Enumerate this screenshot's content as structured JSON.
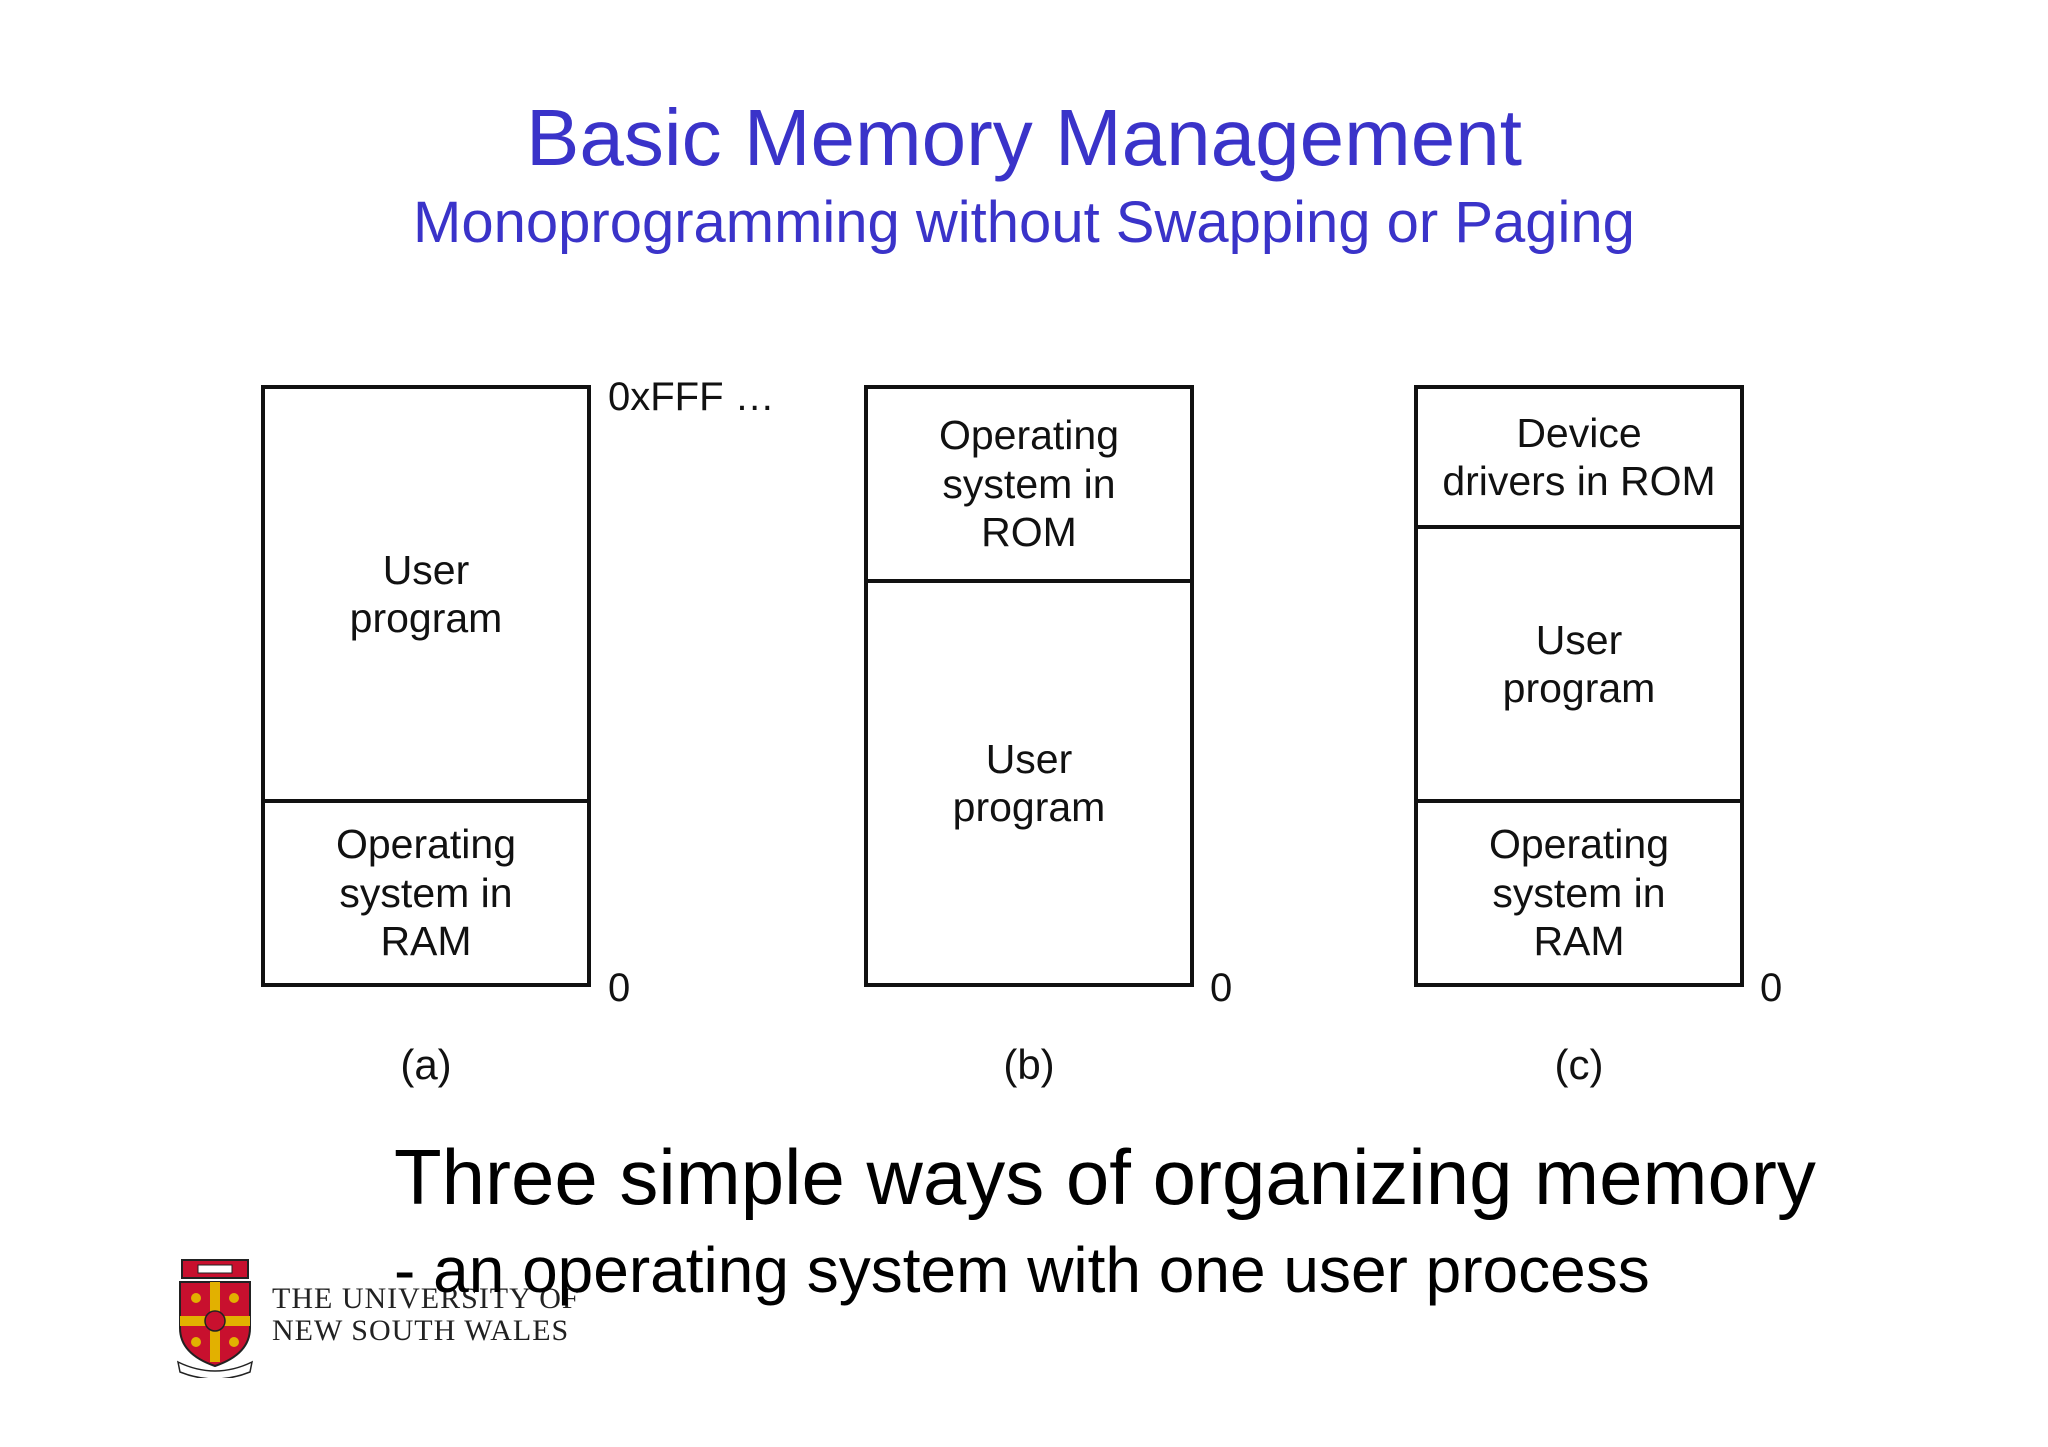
{
  "slide": {
    "title": "Basic Memory Management",
    "subtitle": "Monoprogramming without Swapping or Paging"
  },
  "diagram": {
    "top_address_label": "0xFFF …",
    "layouts": [
      {
        "caption": "(a)",
        "bottom_address": "0",
        "segments": [
          "User\nprogram",
          "Operating\nsystem in\nRAM"
        ]
      },
      {
        "caption": "(b)",
        "bottom_address": "0",
        "segments": [
          "Operating\nsystem in\nROM",
          "User\nprogram"
        ]
      },
      {
        "caption": "(c)",
        "bottom_address": "0",
        "segments": [
          "Device\ndrivers in ROM",
          "User\nprogram",
          "Operating\nsystem in\nRAM"
        ]
      }
    ]
  },
  "caption": {
    "line1": "Three simple ways of organizing memory",
    "line2": "- an operating system with one user process"
  },
  "footer": {
    "university_line1": "THE UNIVERSITY OF",
    "university_line2": "NEW SOUTH WALES",
    "logo": "unsw-crest-logo",
    "colors": {
      "title": "#3a33c9",
      "logo_red": "#c8102e",
      "logo_gold": "#e2b100"
    }
  }
}
